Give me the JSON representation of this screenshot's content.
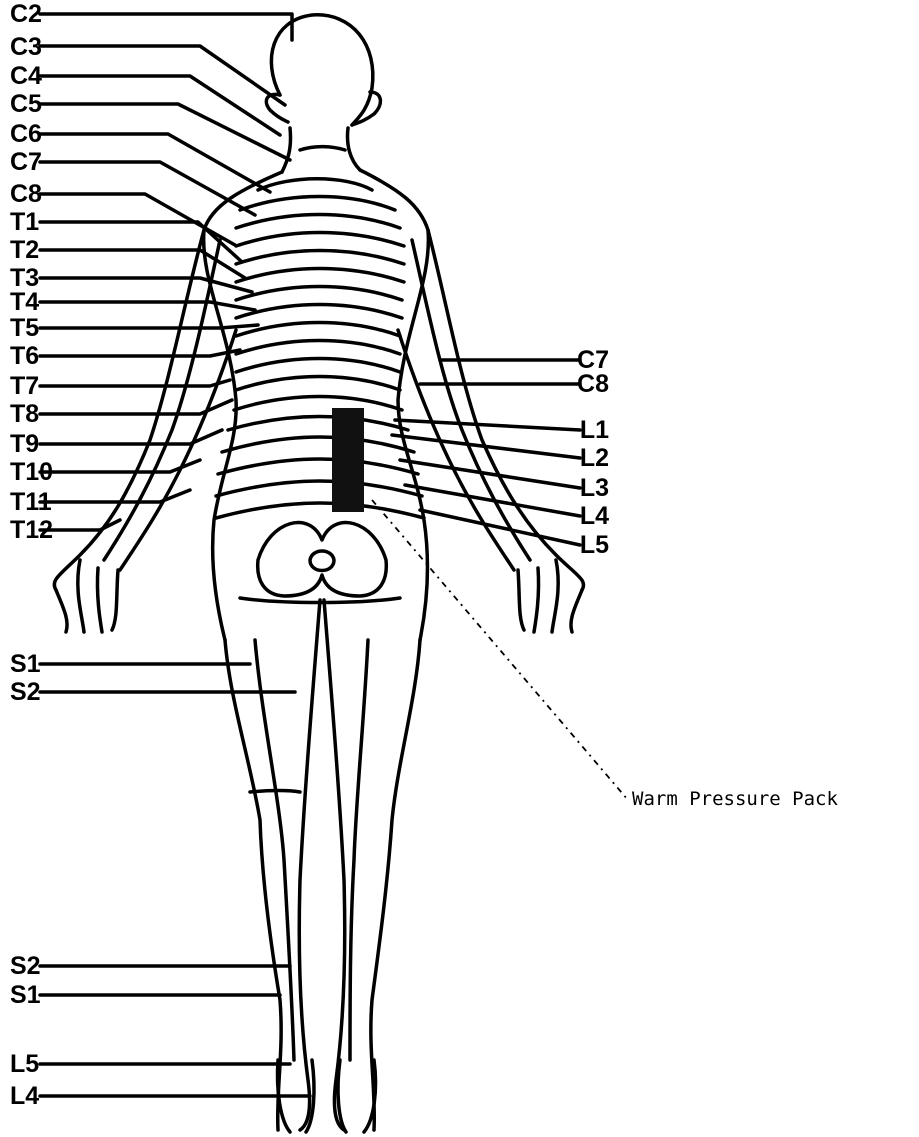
{
  "labels_left": [
    "C2",
    "C3",
    "C4",
    "C5",
    "C6",
    "C7",
    "C8",
    "T1",
    "T2",
    "T3",
    "T4",
    "T5",
    "T6",
    "T7",
    "T8",
    "T9",
    "T10",
    "T11",
    "T12",
    "S1",
    "S2",
    "S2",
    "S1",
    "L5",
    "L4"
  ],
  "labels_right": [
    "C7",
    "C8",
    "L1",
    "L2",
    "L3",
    "L4",
    "L5"
  ],
  "annotation": "Warm Pressure Pack",
  "colors": {
    "ink": "#000000",
    "paper": "#ffffff",
    "pack": "#111111"
  }
}
